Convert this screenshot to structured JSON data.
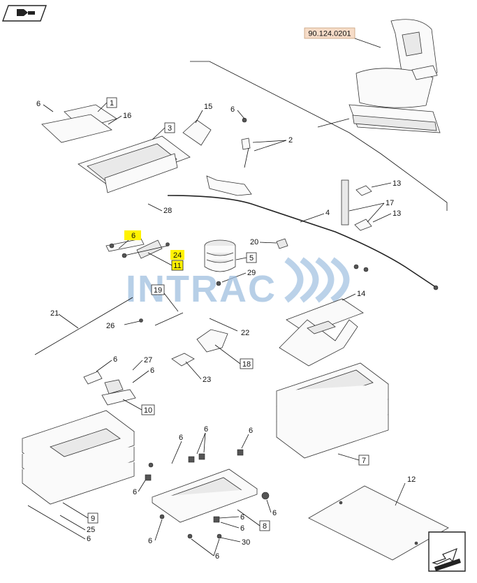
{
  "reference_code": "90.124.0201",
  "watermark_text": "INTRAC",
  "icons": {
    "top_left": "book-nav-icon",
    "bottom_right": "arrow-nav-icon"
  },
  "callouts": {
    "c1": "1",
    "c2": "2",
    "c3": "3",
    "c4": "4",
    "c5": "5",
    "c6": "6",
    "c7": "7",
    "c8": "8",
    "c9": "9",
    "c10": "10",
    "c11": "11",
    "c12": "12",
    "c13": "13",
    "c14": "14",
    "c15": "15",
    "c16": "16",
    "c17": "17",
    "c18": "18",
    "c19": "19",
    "c20": "20",
    "c21": "21",
    "c22": "22",
    "c23": "23",
    "c24": "24",
    "c25": "25",
    "c26": "26",
    "c27": "27",
    "c29": "29",
    "c30": "30"
  },
  "highlighted_callouts": [
    "6",
    "24",
    "11"
  ],
  "colors": {
    "highlight": "#fff200",
    "reference_box": "#f6dcc8",
    "watermark": "#9fbfe0"
  }
}
